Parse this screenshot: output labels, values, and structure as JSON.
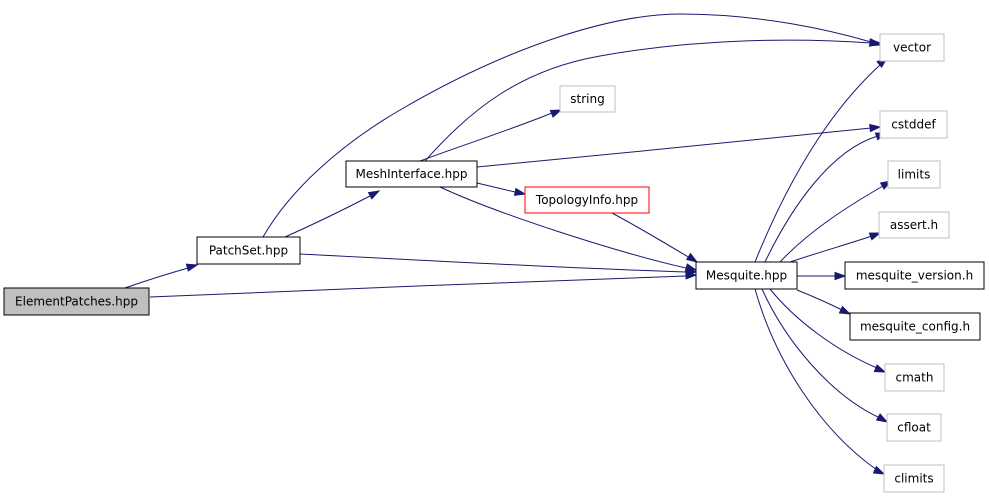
{
  "diagram": {
    "nodes": {
      "element_patches": {
        "label": "ElementPatches.hpp",
        "fill": "#bfbfbf",
        "stroke": "#000000",
        "linked": false
      },
      "patch_set": {
        "label": "PatchSet.hpp",
        "fill": "#ffffff",
        "stroke": "#000000",
        "linked": true
      },
      "mesh_interface": {
        "label": "MeshInterface.hpp",
        "fill": "#ffffff",
        "stroke": "#000000",
        "linked": true
      },
      "topology_info": {
        "label": "TopologyInfo.hpp",
        "fill": "#ffffff",
        "stroke": "#ff0000",
        "linked": true
      },
      "mesquite": {
        "label": "Mesquite.hpp",
        "fill": "#ffffff",
        "stroke": "#000000",
        "linked": true
      },
      "string": {
        "label": "string",
        "fill": "#ffffff",
        "stroke": "#bfbfbf",
        "linked": false
      },
      "vector": {
        "label": "vector",
        "fill": "#ffffff",
        "stroke": "#bfbfbf",
        "linked": false
      },
      "cstddef": {
        "label": "cstddef",
        "fill": "#ffffff",
        "stroke": "#bfbfbf",
        "linked": false
      },
      "limits": {
        "label": "limits",
        "fill": "#ffffff",
        "stroke": "#bfbfbf",
        "linked": false
      },
      "assert_h": {
        "label": "assert.h",
        "fill": "#ffffff",
        "stroke": "#bfbfbf",
        "linked": false
      },
      "mesquite_version": {
        "label": "mesquite_version.h",
        "fill": "#ffffff",
        "stroke": "#000000",
        "linked": true
      },
      "mesquite_config": {
        "label": "mesquite_config.h",
        "fill": "#ffffff",
        "stroke": "#000000",
        "linked": true
      },
      "cmath": {
        "label": "cmath",
        "fill": "#ffffff",
        "stroke": "#bfbfbf",
        "linked": false
      },
      "cfloat": {
        "label": "cfloat",
        "fill": "#ffffff",
        "stroke": "#bfbfbf",
        "linked": false
      },
      "climits": {
        "label": "climits",
        "fill": "#ffffff",
        "stroke": "#bfbfbf",
        "linked": false
      }
    },
    "edges": [
      {
        "from": "element_patches",
        "to": "patch_set"
      },
      {
        "from": "element_patches",
        "to": "mesquite"
      },
      {
        "from": "patch_set",
        "to": "mesh_interface"
      },
      {
        "from": "patch_set",
        "to": "vector"
      },
      {
        "from": "patch_set",
        "to": "mesquite"
      },
      {
        "from": "mesh_interface",
        "to": "vector"
      },
      {
        "from": "mesh_interface",
        "to": "string"
      },
      {
        "from": "mesh_interface",
        "to": "cstddef"
      },
      {
        "from": "mesh_interface",
        "to": "topology_info"
      },
      {
        "from": "mesh_interface",
        "to": "mesquite"
      },
      {
        "from": "topology_info",
        "to": "mesquite"
      },
      {
        "from": "mesquite",
        "to": "vector"
      },
      {
        "from": "mesquite",
        "to": "cstddef"
      },
      {
        "from": "mesquite",
        "to": "limits"
      },
      {
        "from": "mesquite",
        "to": "assert_h"
      },
      {
        "from": "mesquite",
        "to": "mesquite_version"
      },
      {
        "from": "mesquite",
        "to": "mesquite_config"
      },
      {
        "from": "mesquite",
        "to": "cmath"
      },
      {
        "from": "mesquite",
        "to": "cfloat"
      },
      {
        "from": "mesquite",
        "to": "climits"
      }
    ],
    "edge_color": "#191970"
  }
}
